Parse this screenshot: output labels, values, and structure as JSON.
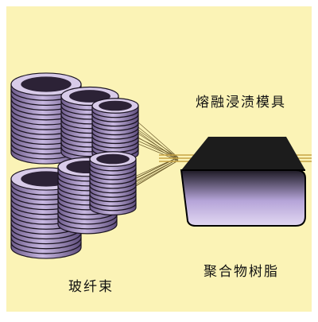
{
  "labels": {
    "die": "熔融浸渍模具",
    "resin": "聚合物树脂",
    "fiber": "玻纤束"
  },
  "colors": {
    "background": "#fbf3b6",
    "spool_fill": "#b8a6d2",
    "spool_stripe": "#1a1320",
    "die_top": "#1c1c1c",
    "die_body": "#b9a8dc",
    "fiber_line": "#6b5a2a",
    "resin_line": "#c8a445"
  }
}
